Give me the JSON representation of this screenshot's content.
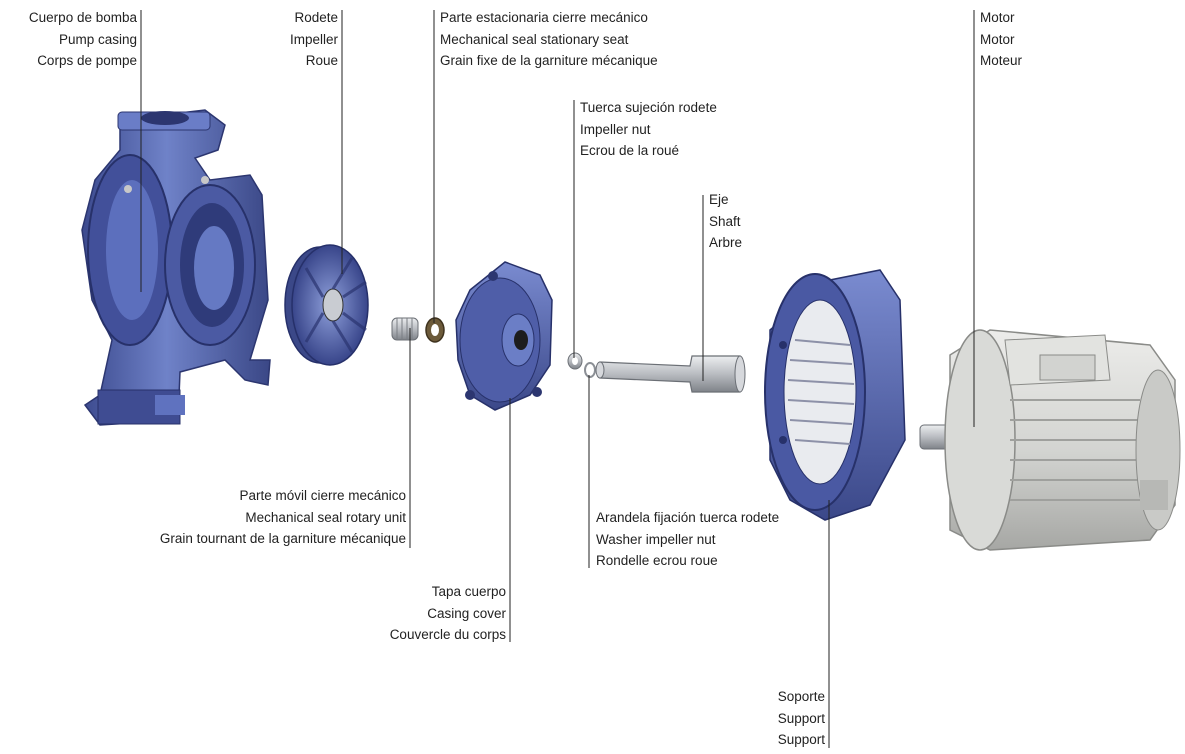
{
  "diagram": {
    "labels": [
      {
        "id": "pump_casing",
        "lines": [
          "Cuerpo de bomba",
          "Pump casing",
          "Corps de pompe"
        ]
      },
      {
        "id": "impeller",
        "lines": [
          "Rodete",
          "Impeller",
          "Roue"
        ]
      },
      {
        "id": "seal_stationary",
        "lines": [
          "Parte estacionaria cierre mecánico",
          "Mechanical seal stationary seat",
          "Grain fixe de la garniture mécanique"
        ]
      },
      {
        "id": "impeller_nut",
        "lines": [
          "Tuerca sujeción rodete",
          "Impeller nut",
          "Ecrou de la roué"
        ]
      },
      {
        "id": "shaft",
        "lines": [
          "Eje",
          "Shaft",
          "Arbre"
        ]
      },
      {
        "id": "motor",
        "lines": [
          "Motor",
          "Motor",
          "Moteur"
        ]
      },
      {
        "id": "seal_rotary",
        "lines": [
          "Parte móvil cierre mecánico",
          "Mechanical seal rotary unit",
          "Grain tournant de la garniture mécanique"
        ]
      },
      {
        "id": "washer",
        "lines": [
          "Arandela fijación tuerca rodete",
          "Washer impeller nut",
          "Rondelle ecrou roue"
        ]
      },
      {
        "id": "casing_cover",
        "lines": [
          "Tapa cuerpo",
          "Casing cover",
          "Couvercle du corps"
        ]
      },
      {
        "id": "support",
        "lines": [
          "Soporte",
          "Support",
          "Support"
        ]
      }
    ],
    "colors": {
      "pump_blue": "#5a6eb5",
      "pump_blue_dark": "#34417f",
      "pump_blue_light": "#8796d0",
      "steel": "#c9ccd0",
      "steel_dark": "#8c9096",
      "motor_grey": "#d8d8d6",
      "motor_grey_dark": "#a3a4a2",
      "leader_line": "#222222"
    }
  }
}
